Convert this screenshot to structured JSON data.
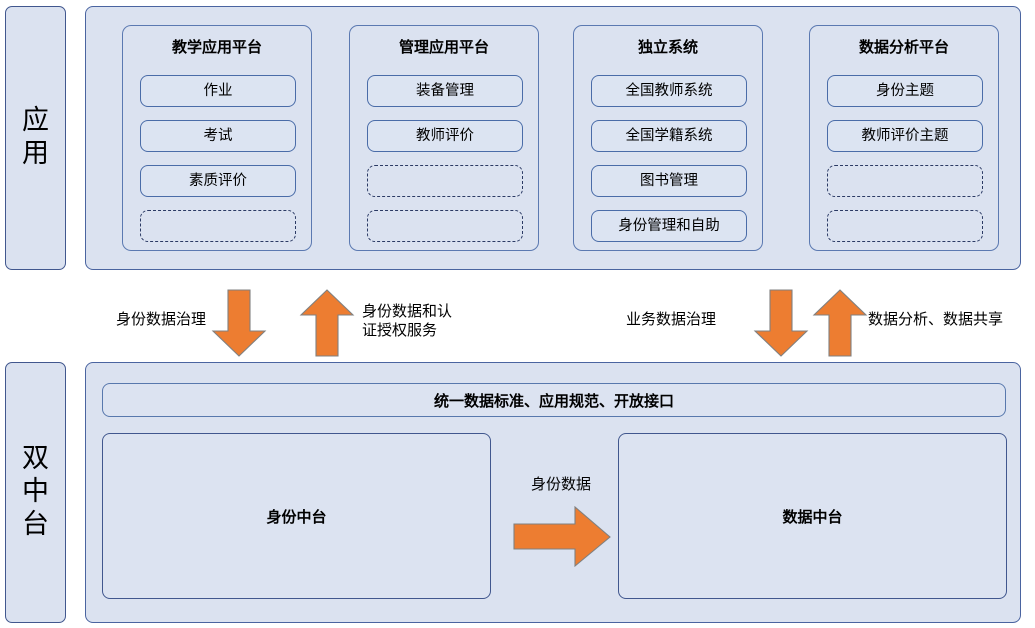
{
  "diagram": {
    "layers": [
      {
        "id": "application",
        "label": "应用"
      },
      {
        "id": "dual-platform",
        "label": "双中台"
      }
    ],
    "application_layer": {
      "groups": [
        {
          "title": "教学应用平台",
          "items": [
            {
              "label": "作业",
              "empty": false
            },
            {
              "label": "考试",
              "empty": false
            },
            {
              "label": "素质评价",
              "empty": false
            },
            {
              "label": "",
              "empty": true
            }
          ]
        },
        {
          "title": "管理应用平台",
          "items": [
            {
              "label": "装备管理",
              "empty": false
            },
            {
              "label": "教师评价",
              "empty": false
            },
            {
              "label": "",
              "empty": true
            },
            {
              "label": "",
              "empty": true
            }
          ]
        },
        {
          "title": "独立系统",
          "items": [
            {
              "label": "全国教师系统",
              "empty": false
            },
            {
              "label": "全国学籍系统",
              "empty": false
            },
            {
              "label": "图书管理",
              "empty": false
            },
            {
              "label": "身份管理和自助",
              "empty": false
            }
          ]
        },
        {
          "title": "数据分析平台",
          "items": [
            {
              "label": "身份主题",
              "empty": false
            },
            {
              "label": "教师评价主题",
              "empty": false
            },
            {
              "label": "",
              "empty": true
            },
            {
              "label": "",
              "empty": true
            }
          ]
        }
      ]
    },
    "flows": [
      {
        "id": "identity-governance",
        "label": "身份数据治理",
        "direction": "down"
      },
      {
        "id": "identity-auth-service",
        "label": "身份数据和认\n证授权服务",
        "direction": "up"
      },
      {
        "id": "business-governance",
        "label": "业务数据治理",
        "direction": "down"
      },
      {
        "id": "data-analysis-share",
        "label": "数据分析、数据共享",
        "direction": "up"
      }
    ],
    "dual_platform_layer": {
      "standards_bar": "统一数据标准、应用规范、开放接口",
      "identity_platform": "身份中台",
      "data_platform": "数据中台",
      "link_label": "身份数据"
    },
    "colors": {
      "panel_fill": "#dbe2f0",
      "panel_border": "#4a64a0",
      "box_fill": "#dce3f1",
      "box_border": "#41578e",
      "dashed_border": "#2b3a64",
      "arrow_fill": "#ed7d31",
      "arrow_border": "#7f7f7f",
      "text": "#000000"
    }
  }
}
